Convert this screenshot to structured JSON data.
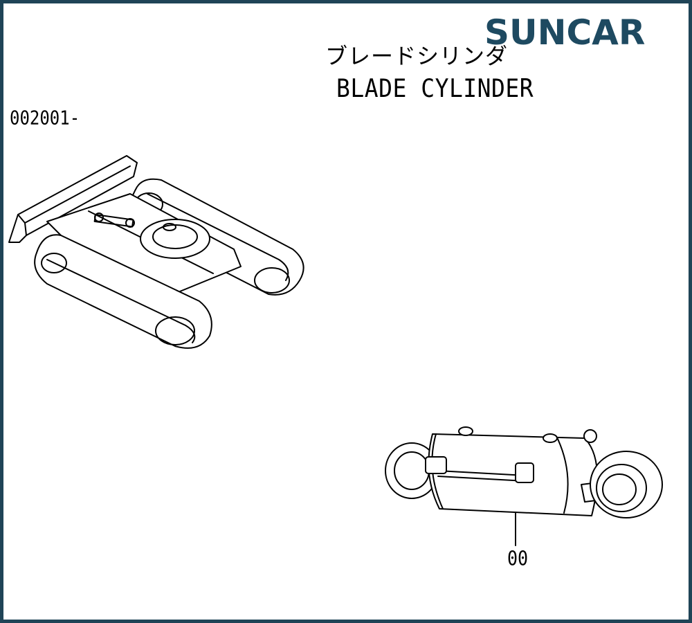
{
  "logo": {
    "text": "SUNCAR",
    "color": "#1e4a61"
  },
  "frame": {
    "border_color": "#1f4457"
  },
  "title": {
    "japanese": "ブレードシリンダ",
    "english": "BLADE CYLINDER"
  },
  "serial_range": "002001-",
  "parts": [
    {
      "callout": "00"
    }
  ],
  "icons": [
    "excavator-undercarriage-illustration",
    "hydraulic-cylinder-illustration"
  ]
}
